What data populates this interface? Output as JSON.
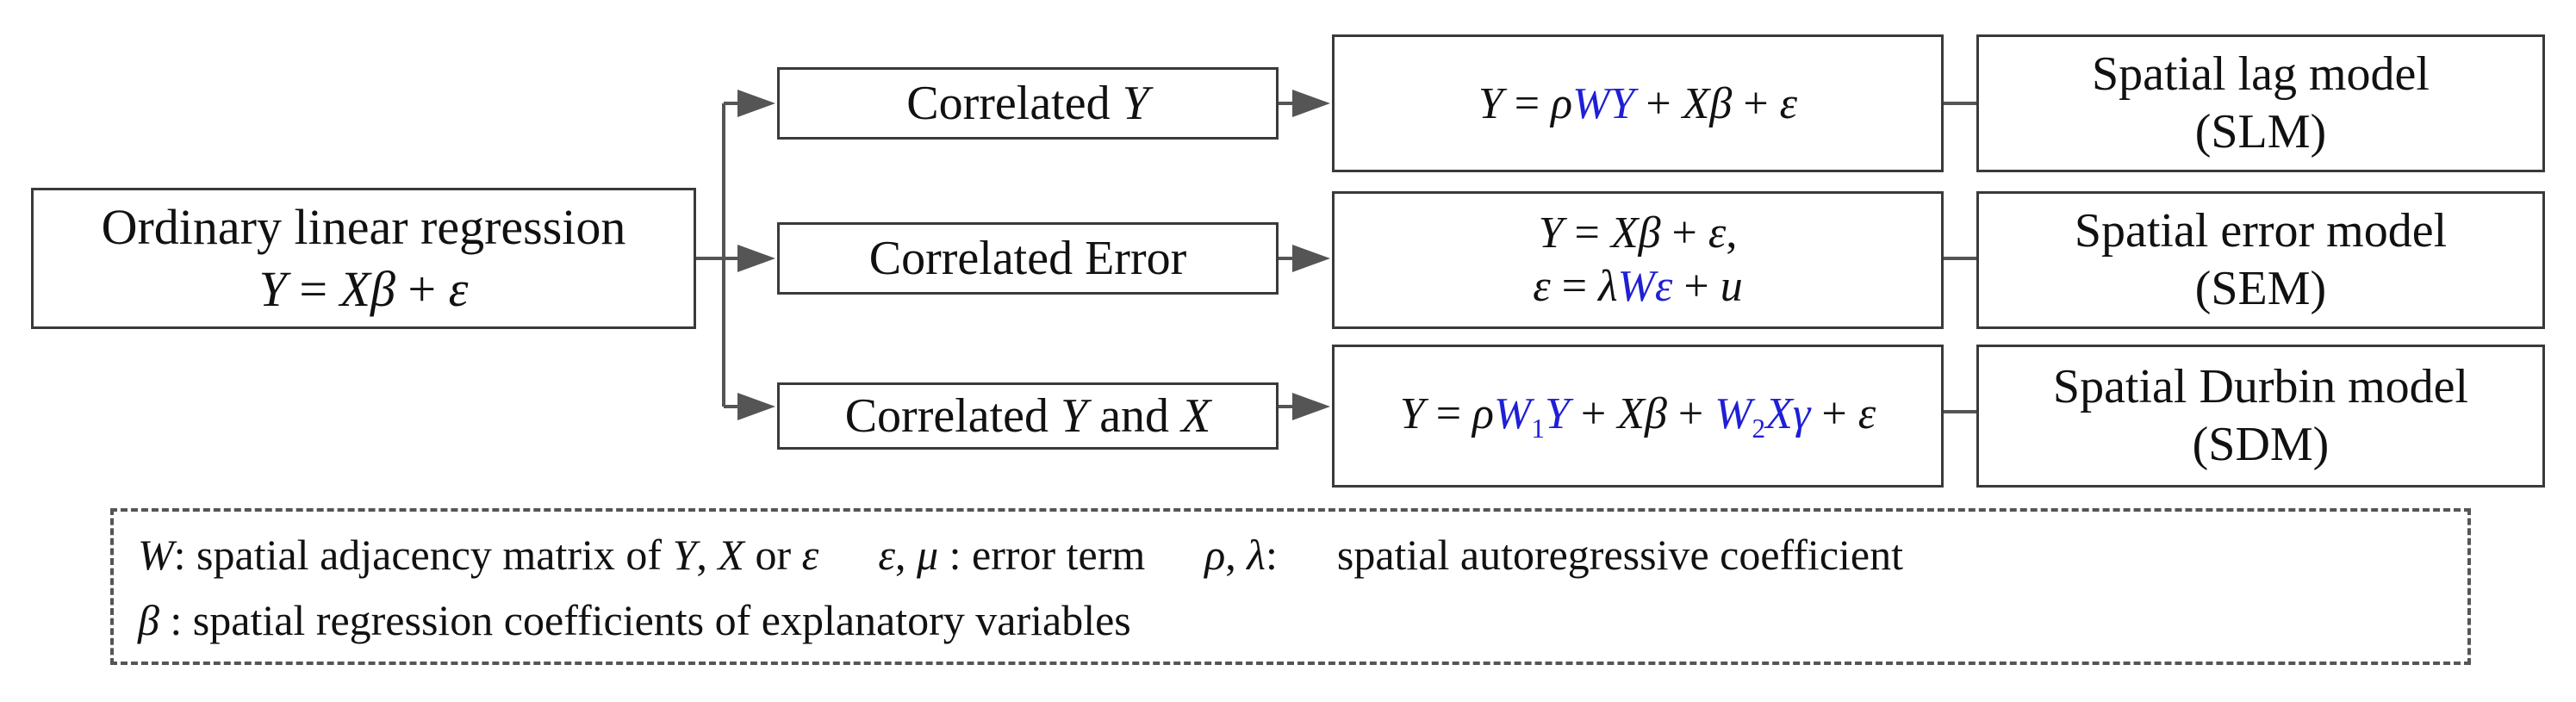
{
  "source": {
    "label": "Ordinary linear regression",
    "equation": {
      "y": "Y",
      "eq": " = ",
      "x": "X",
      "beta": "β",
      "plus": " + ",
      "eps": "ε"
    }
  },
  "branches": [
    {
      "condition": {
        "text": "Correlated ",
        "var": "Y"
      },
      "equation": {
        "y": "Y",
        "eq": " = ",
        "rho": "ρ",
        "wy": "WY",
        "plus1": " + ",
        "x": "X",
        "beta": "β",
        "plus2": " + ",
        "eps": "ε"
      },
      "model": {
        "name": "Spatial lag model",
        "abbr": "(SLM)"
      }
    },
    {
      "condition": {
        "text": "Correlated Error"
      },
      "equation": {
        "line1": {
          "y": "Y",
          "eq": " = ",
          "x": "X",
          "beta": "β",
          "plus": " + ",
          "eps": "ε",
          "comma": ","
        },
        "line2": {
          "eps": "ε",
          "eq": " = ",
          "lambda": "λ",
          "w": "W",
          "weps": "ε",
          "plus": " + ",
          "u": "u"
        }
      },
      "model": {
        "name": "Spatial error model",
        "abbr": "(SEM)"
      }
    },
    {
      "condition": {
        "text": "Correlated ",
        "var1": "Y",
        "and": " and ",
        "var2": "X"
      },
      "equation": {
        "y": "Y",
        "eq": " = ",
        "rho": "ρ",
        "w1": "W",
        "sub1": "1",
        "y2": "Y",
        "plus1": " + ",
        "x": "X",
        "beta": "β",
        "plus2": " + ",
        "w2": "W",
        "sub2": "2",
        "x2": "X",
        "gamma": "γ",
        "plus3": " + ",
        "eps": "ε"
      },
      "model": {
        "name": "Spatial Durbin model",
        "abbr": "(SDM)"
      }
    }
  ],
  "legend": {
    "line1": {
      "w": "W",
      "w_text": ": spatial adjacency matrix of ",
      "y": "Y",
      "sep1": ", ",
      "x": "X",
      "or": " or ",
      "eps": "ε",
      "eps2": "ε",
      "sep2": ", ",
      "mu": "μ",
      "err_text": " : error term",
      "rho": "ρ",
      "sep3": ", ",
      "lambda": "λ",
      "colon": ":",
      "auto_text": "spatial autoregressive coefficient"
    },
    "line2": {
      "beta": "β",
      "text": " : spatial regression coefficients of explanatory variables"
    }
  }
}
